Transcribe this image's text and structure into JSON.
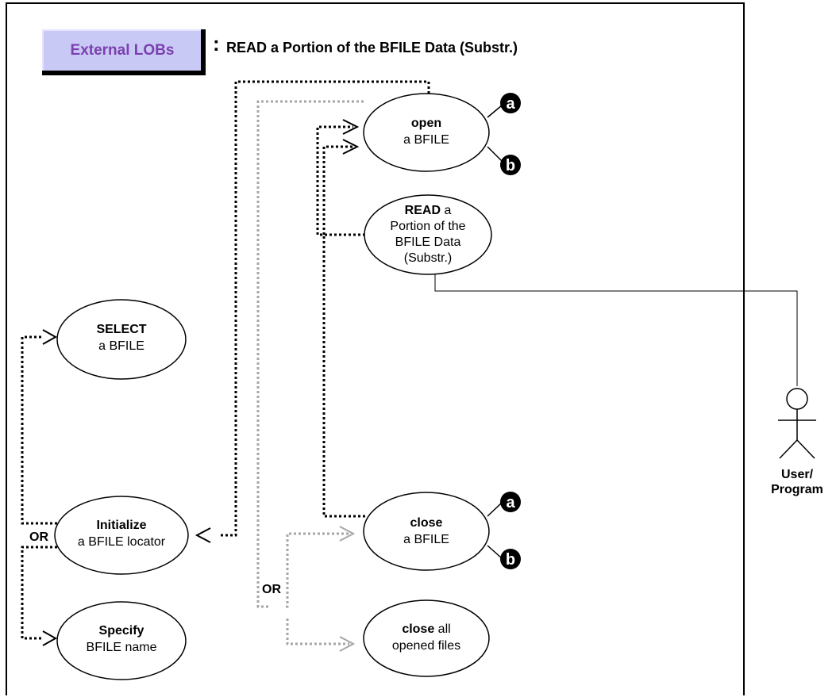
{
  "badge": {
    "label": "External LOBs"
  },
  "title": {
    "separator": ":",
    "text": "READ a Portion of the BFILE Data (Substr.)"
  },
  "use_cases": {
    "open": {
      "bold": "open",
      "line2": "a BFILE"
    },
    "read": {
      "bold": "READ",
      "line1_rest": " a",
      "line2": "Portion of the",
      "line3": "BFILE Data",
      "line4": "(Substr.)"
    },
    "select": {
      "bold": "SELECT",
      "line2": "a BFILE"
    },
    "initialize": {
      "bold": "Initialize",
      "line2": "a BFILE locator"
    },
    "specify": {
      "bold": "Specify",
      "line2": "BFILE name"
    },
    "close": {
      "bold": "close",
      "line2": "a BFILE"
    },
    "close_all": {
      "bold": "close",
      "line1_rest": " all",
      "line2": "opened files"
    }
  },
  "markers": {
    "a": "a",
    "b": "b"
  },
  "or_labels": {
    "left": "OR",
    "center": "OR"
  },
  "actor": {
    "line1": "User/",
    "line2": "Program"
  },
  "colors": {
    "dark_connector": "#000000",
    "grey_connector": "#a6a6a6",
    "badge_fill": "#c9c9f5",
    "badge_text": "#7b3fb0"
  }
}
